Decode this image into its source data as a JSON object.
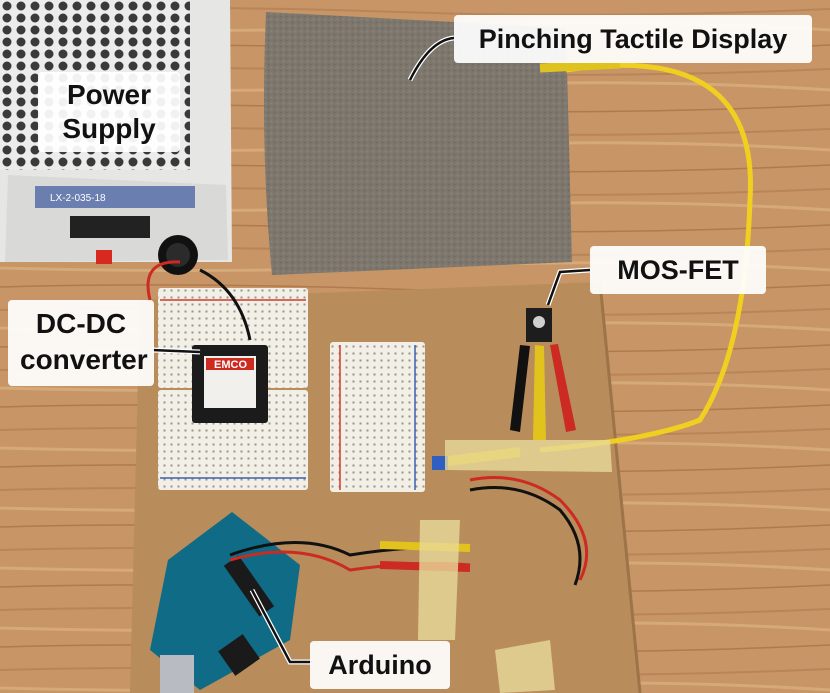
{
  "labels": {
    "power_supply": [
      "Power",
      "Supply"
    ],
    "pinching_tactile_display": "Pinching Tactile Display",
    "mosfet": "MOS-FET",
    "dcdc_converter": [
      "DC-DC",
      "converter"
    ],
    "arduino": "Arduino"
  },
  "printed_text": {
    "converter_brand": "EMCO",
    "power_supply_model": "LX-2-035-18"
  },
  "colors": {
    "wood": "#c99a6a",
    "cardboard": "#b88d5d",
    "fabric": "#7e786f",
    "arduino_board": "#0f6b86",
    "yellow_wire": "#f0cf21",
    "red_wire": "#d22b22",
    "label_background": "#ffffff"
  }
}
